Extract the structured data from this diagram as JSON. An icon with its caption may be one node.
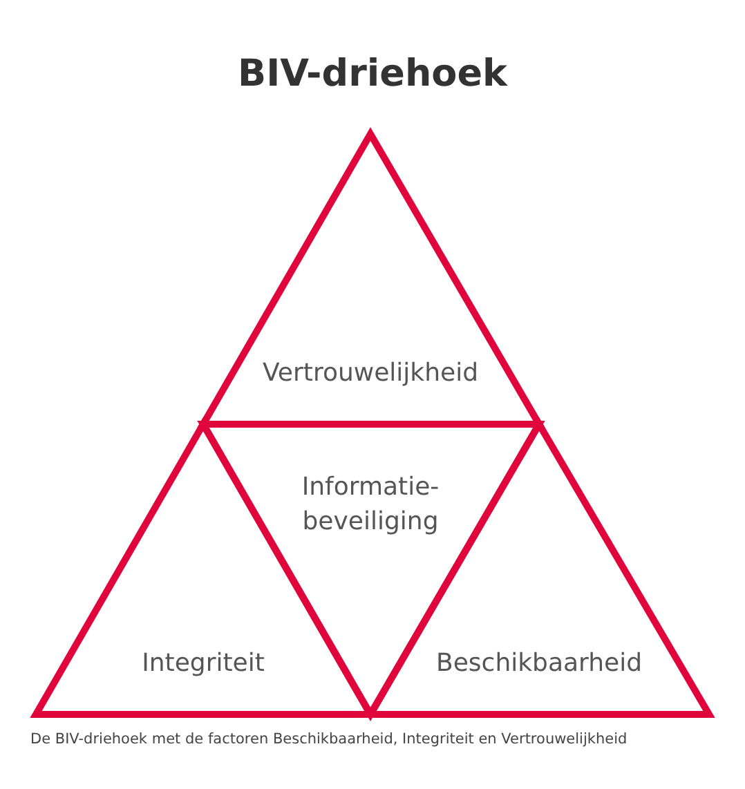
{
  "diagram": {
    "title": "BIV-driehoek",
    "caption": "De BIV-driehoek met de factoren Beschikbaarheid, Integriteit en Vertrouwelijkheid",
    "nodes": [
      {
        "text": [
          "Vertrouwelijkheid"
        ]
      },
      {
        "text": [
          "Informatie- beveiliging"
        ]
      },
      {
        "text": [
          "Integriteit"
        ]
      },
      {
        "text": [
          "Beschikbaarheid"
        ]
      }
    ]
  }
}
